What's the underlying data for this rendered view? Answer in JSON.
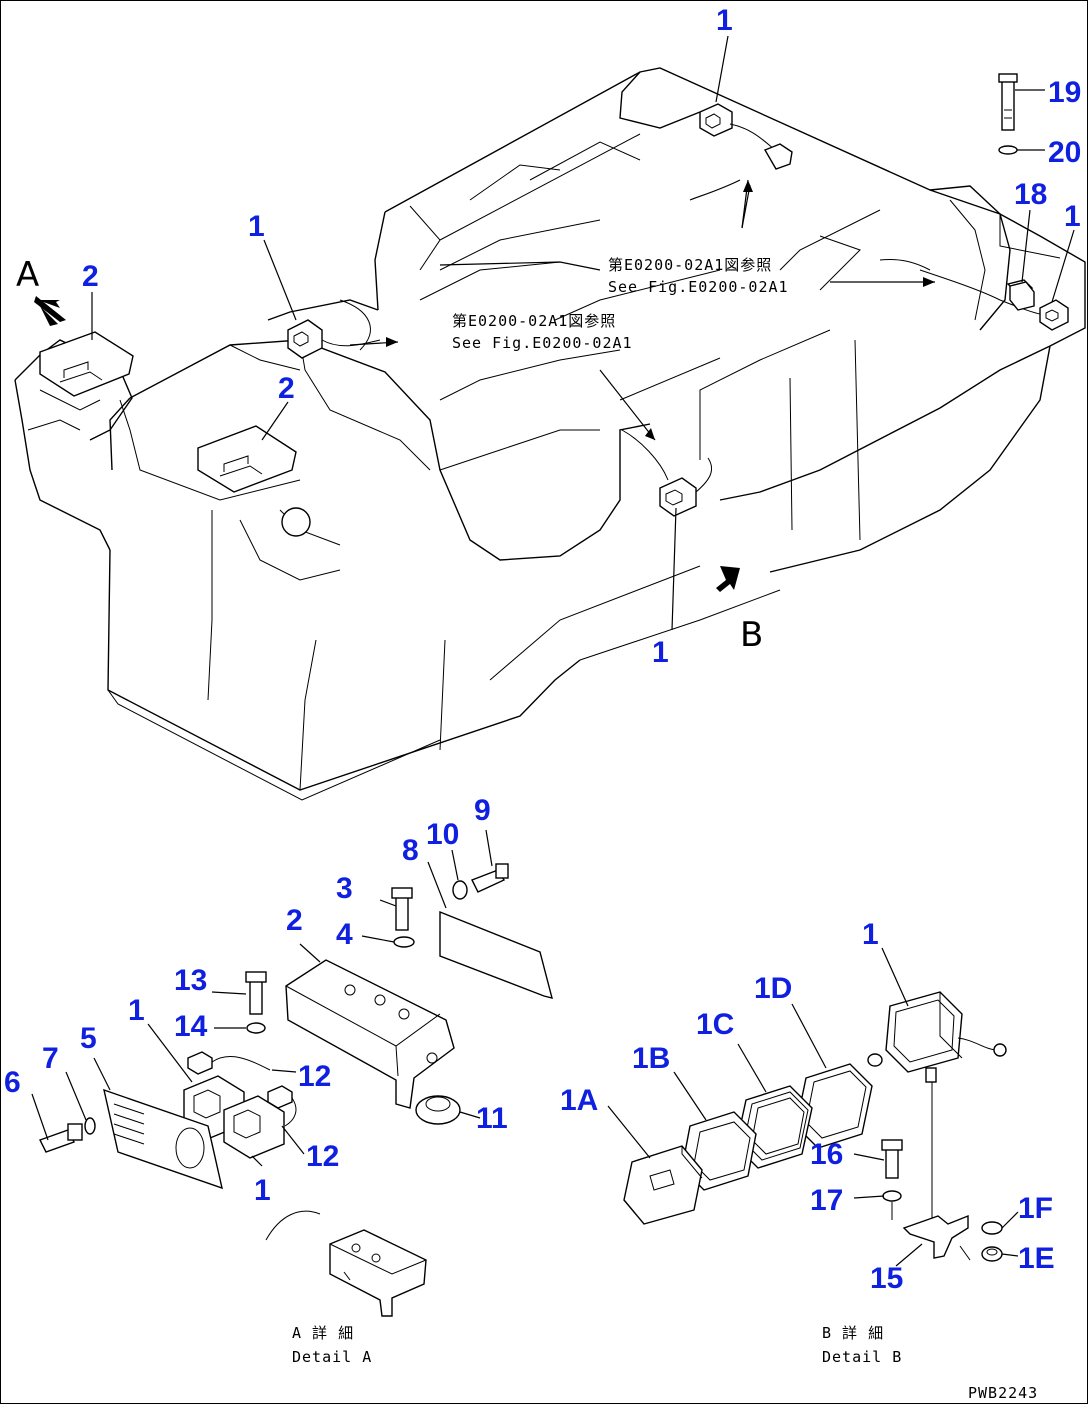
{
  "diagram": {
    "callouts": [
      {
        "id": "c1-top",
        "text": "1"
      },
      {
        "id": "c19",
        "text": "19"
      },
      {
        "id": "c20",
        "text": "20"
      },
      {
        "id": "c18",
        "text": "18"
      },
      {
        "id": "c1-right",
        "text": "1"
      },
      {
        "id": "c1-left",
        "text": "1"
      },
      {
        "id": "c2-left",
        "text": "2"
      },
      {
        "id": "c2-mid",
        "text": "2"
      },
      {
        "id": "c1-bottom",
        "text": "1"
      },
      {
        "id": "c3",
        "text": "3"
      },
      {
        "id": "c4",
        "text": "4"
      },
      {
        "id": "c8",
        "text": "8"
      },
      {
        "id": "c10",
        "text": "10"
      },
      {
        "id": "c9",
        "text": "9"
      },
      {
        "id": "c2-detail",
        "text": "2"
      },
      {
        "id": "c13",
        "text": "13"
      },
      {
        "id": "c14",
        "text": "14"
      },
      {
        "id": "c1-detail-a",
        "text": "1"
      },
      {
        "id": "c5",
        "text": "5"
      },
      {
        "id": "c6",
        "text": "6"
      },
      {
        "id": "c7",
        "text": "7"
      },
      {
        "id": "c12-a",
        "text": "12"
      },
      {
        "id": "c12-b",
        "text": "12"
      },
      {
        "id": "c11",
        "text": "11"
      },
      {
        "id": "c1-detail-a2",
        "text": "1"
      },
      {
        "id": "c1-detail-b",
        "text": "1"
      },
      {
        "id": "c1D",
        "text": "1D"
      },
      {
        "id": "c1C",
        "text": "1C"
      },
      {
        "id": "c1B",
        "text": "1B"
      },
      {
        "id": "c1A",
        "text": "1A"
      },
      {
        "id": "c16",
        "text": "16"
      },
      {
        "id": "c17",
        "text": "17"
      },
      {
        "id": "c1F",
        "text": "1F"
      },
      {
        "id": "c1E",
        "text": "1E"
      },
      {
        "id": "c15",
        "text": "15"
      }
    ],
    "notes": {
      "right_ref_jp": "第E0200-02A1図参照",
      "right_ref_en": "See Fig.E0200-02A1",
      "left_ref_jp": "第E0200-02A1図参照",
      "left_ref_en": "See Fig.E0200-02A1"
    },
    "view_markers": {
      "a": "A",
      "b": "B"
    },
    "detail_labels": {
      "a_jp": "A 詳 細",
      "a_en": "Detail A",
      "b_jp": "B 詳 細",
      "b_en": "Detail B"
    },
    "drawing_code": "PWB2243"
  }
}
